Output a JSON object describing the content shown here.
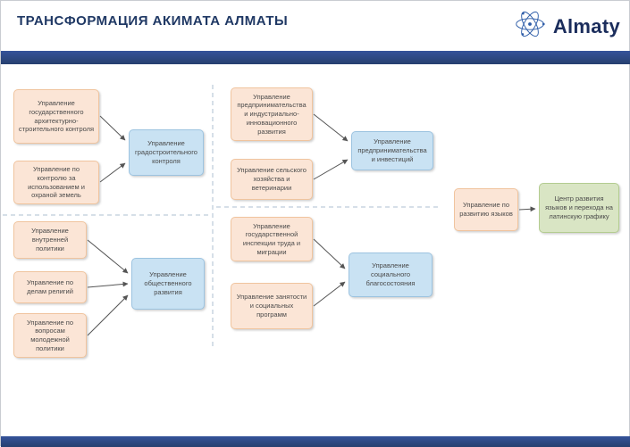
{
  "header": {
    "title": "ТРАНСФОРМАЦИЯ АКИМАТА АЛМАТЫ",
    "logo_text": "Almaty"
  },
  "colors": {
    "title_text": "#1f3864",
    "band": "#2e4b8a",
    "source_fill": "#fbe5d6",
    "source_border": "#f0c49e",
    "merged_fill": "#c9e2f3",
    "merged_border": "#9cc3e0",
    "result_fill": "#d9e5c4",
    "result_border": "#b3cc90"
  },
  "diagram": {
    "groups": [
      {
        "sources": [
          "Управление государственного архитектурно-строительного контроля",
          "Управление по контролю за использованием и охраной земель"
        ],
        "target": "Управление градостроительного контроля"
      },
      {
        "sources": [
          "Управление предпринимательства и индустриально-инновационного развития",
          "Управление сельского хозяйства и ветеринарии"
        ],
        "target": "Управление предпринимательства и инвестиций"
      },
      {
        "sources": [
          "Управление по развитию языков"
        ],
        "target": "Центр развития языков и перехода на латинскую графику"
      },
      {
        "sources": [
          "Управление внутренней политики",
          "Управление по делам религий",
          "Управление по вопросам молодежной политики"
        ],
        "target": "Управление общественного развития"
      },
      {
        "sources": [
          "Управление государственной инспекции труда и миграции",
          "Управление занятости и социальных программ"
        ],
        "target": "Управление социального благосостояния"
      }
    ]
  }
}
